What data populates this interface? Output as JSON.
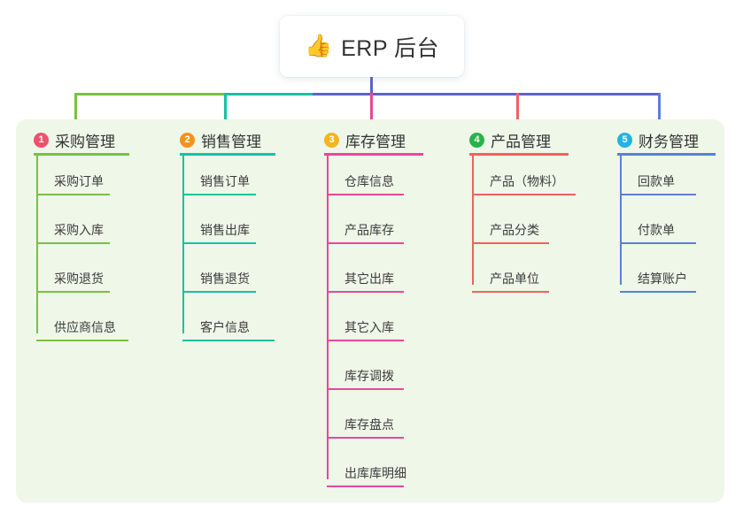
{
  "root": {
    "icon": "thumbs-up-icon",
    "icon_glyph": "👍",
    "title": "ERP 后台"
  },
  "panel": {
    "background_color": "#eef7e8"
  },
  "bus": {
    "segments": [
      {
        "name": "bus-segment-green",
        "color": "#7ac143"
      },
      {
        "name": "bus-segment-teal",
        "color": "#16c2a3"
      },
      {
        "name": "bus-segment-purple",
        "color": "#5b63c4"
      }
    ],
    "stem_color": "#5b63c4",
    "drops": [
      {
        "name": "drop-purchase",
        "color": "#7ac143"
      },
      {
        "name": "drop-sales",
        "color": "#16c2a3"
      },
      {
        "name": "drop-inventory",
        "color": "#e8489b"
      },
      {
        "name": "drop-product",
        "color": "#f0615f"
      },
      {
        "name": "drop-finance",
        "color": "#5b7fd4"
      }
    ]
  },
  "columns": [
    {
      "index": "1",
      "title": "采购管理",
      "badge_color": "#f0506e",
      "line_color": "#7ac143",
      "items": [
        {
          "label": "采购订单"
        },
        {
          "label": "采购入库"
        },
        {
          "label": "采购退货"
        },
        {
          "label": "供应商信息"
        }
      ]
    },
    {
      "index": "2",
      "title": "销售管理",
      "badge_color": "#f5921e",
      "line_color": "#16c2a3",
      "items": [
        {
          "label": "销售订单"
        },
        {
          "label": "销售出库"
        },
        {
          "label": "销售退货"
        },
        {
          "label": "客户信息"
        }
      ]
    },
    {
      "index": "3",
      "title": "库存管理",
      "badge_color": "#f5b420",
      "line_color": "#e8489b",
      "items": [
        {
          "label": "仓库信息"
        },
        {
          "label": "产品库存"
        },
        {
          "label": "其它出库"
        },
        {
          "label": "其它入库"
        },
        {
          "label": "库存调拨"
        },
        {
          "label": "库存盘点"
        },
        {
          "label": "出库库明细"
        }
      ]
    },
    {
      "index": "4",
      "title": "产品管理",
      "badge_color": "#28b44a",
      "line_color": "#f0615f",
      "items": [
        {
          "label": "产品（物料）"
        },
        {
          "label": "产品分类"
        },
        {
          "label": "产品单位"
        }
      ]
    },
    {
      "index": "5",
      "title": "财务管理",
      "badge_color": "#22b3e0",
      "line_color": "#5b7fd4",
      "items": [
        {
          "label": "回款单"
        },
        {
          "label": "付款单"
        },
        {
          "label": "结算账户"
        }
      ]
    }
  ]
}
